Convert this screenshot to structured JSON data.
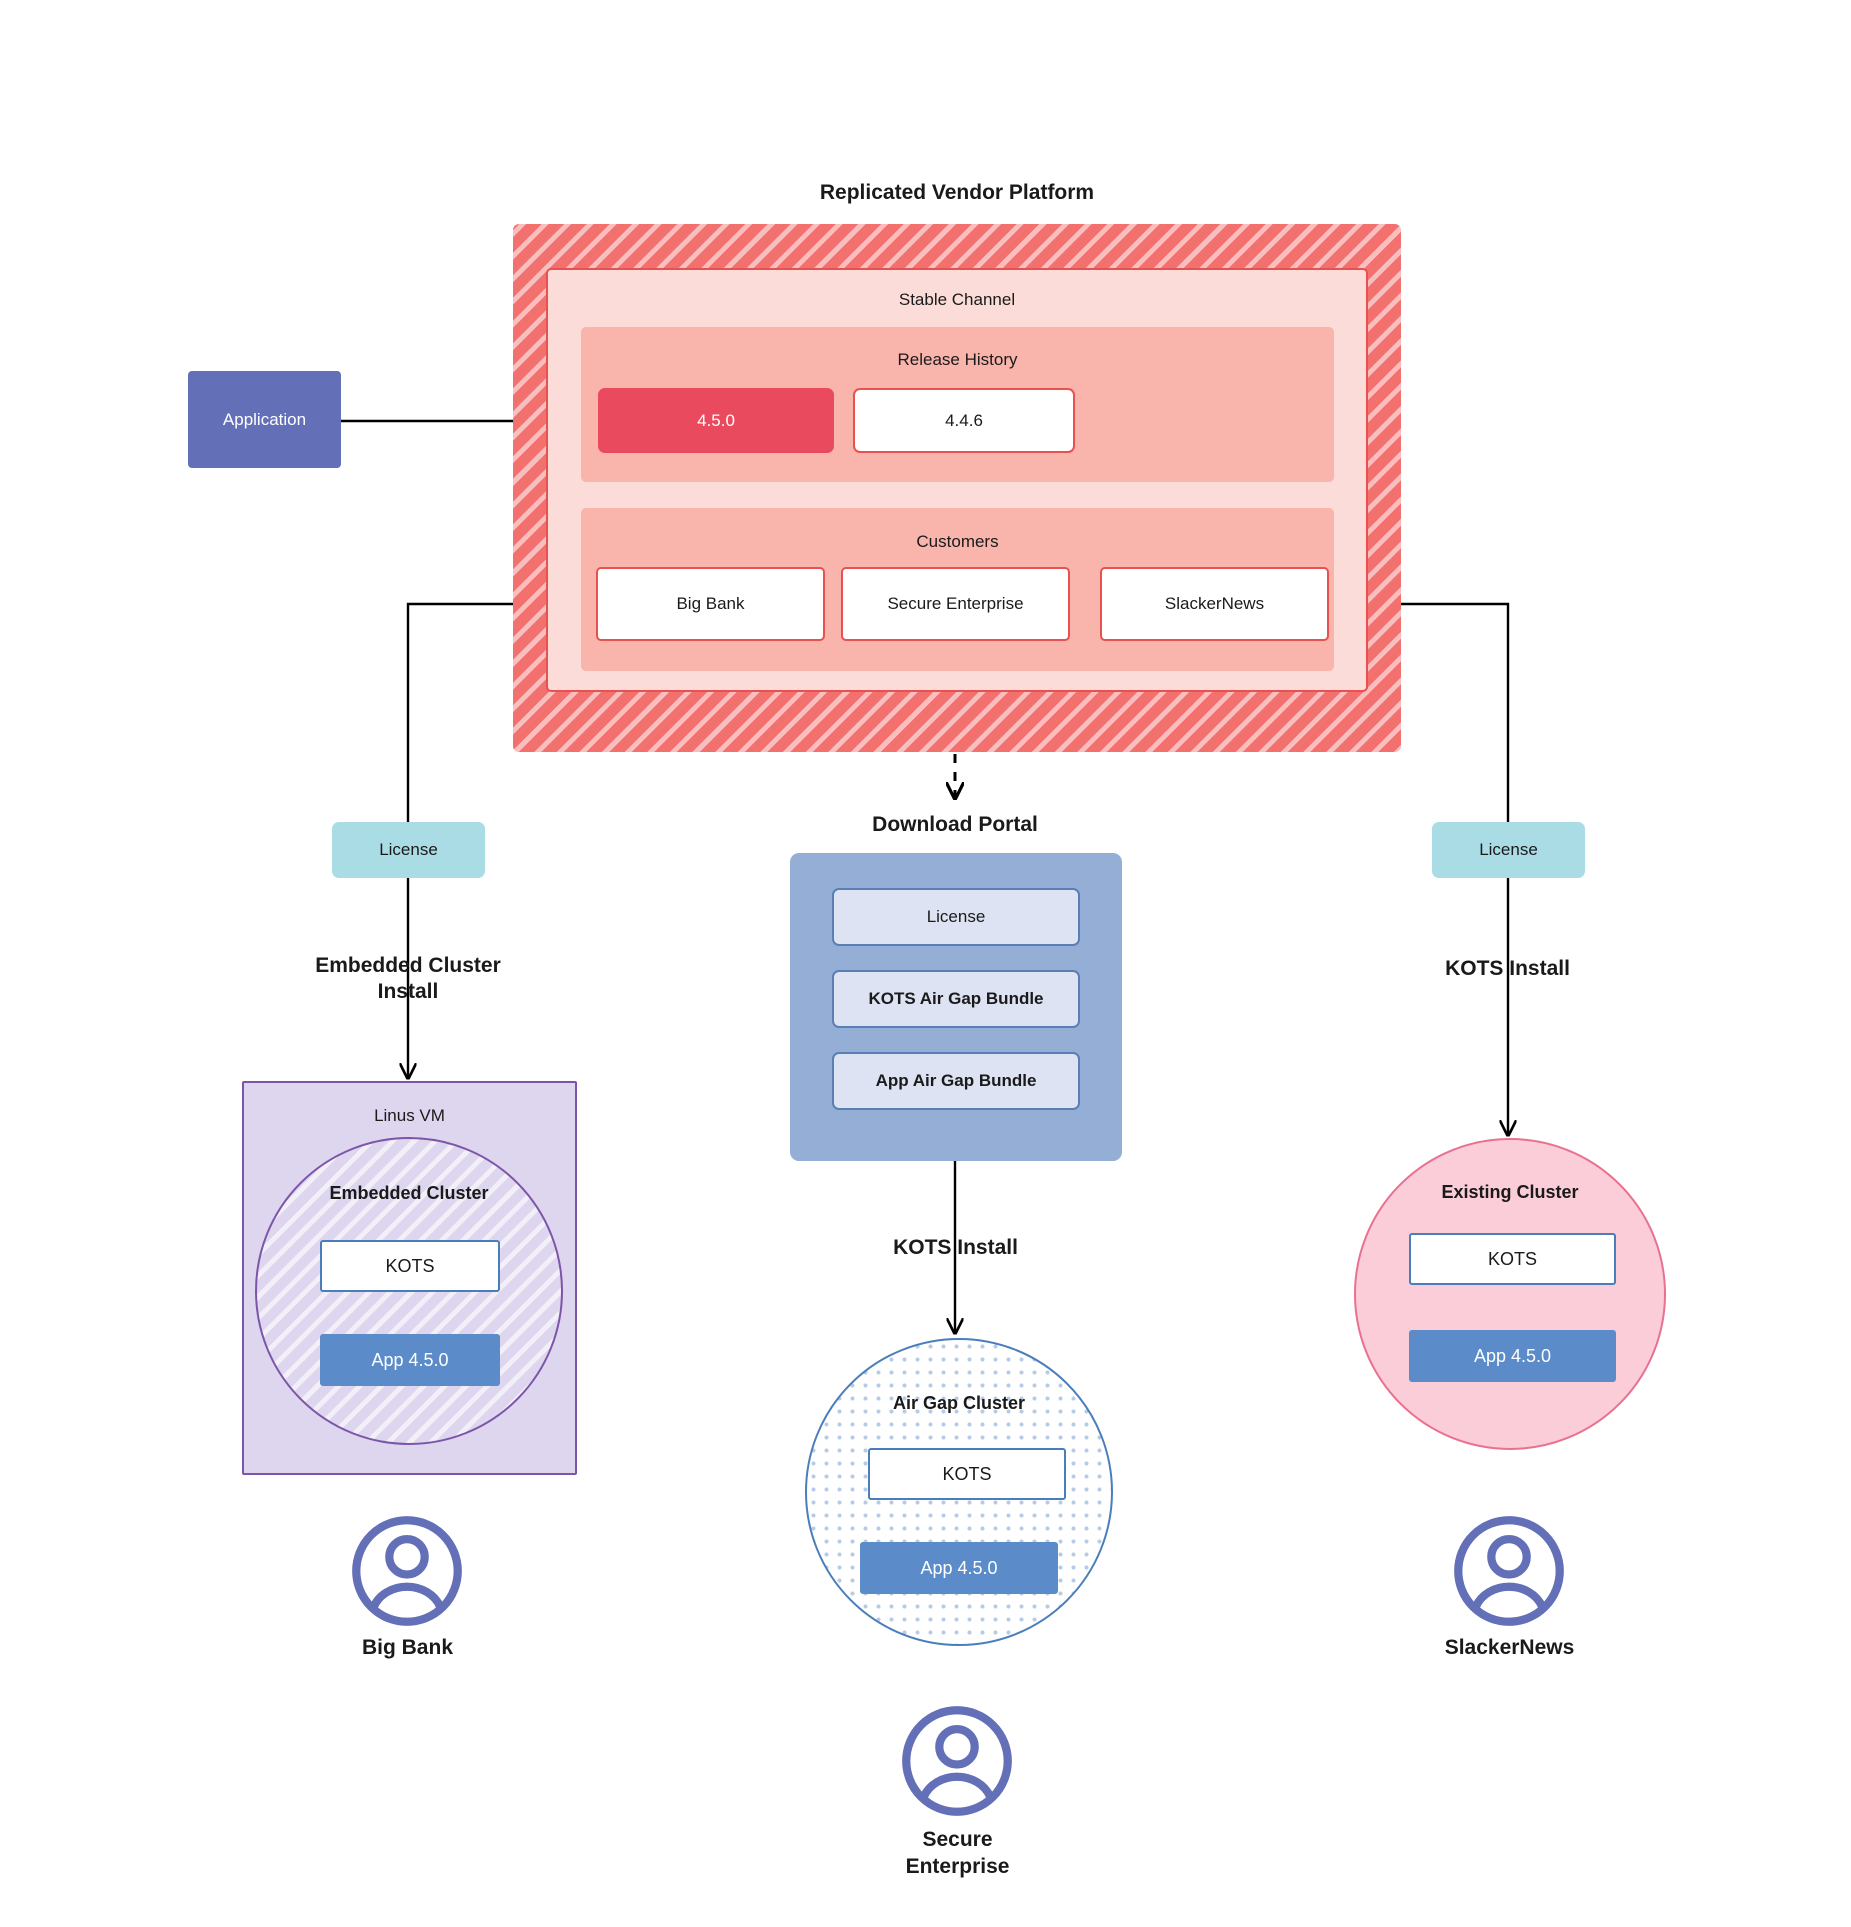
{
  "diagram": {
    "title": "Replicated Vendor Platform",
    "application": {
      "label": "Application"
    },
    "stable_channel": {
      "title": "Stable Channel",
      "release_history": {
        "title": "Release History",
        "releases": [
          {
            "version": "4.5.0",
            "state": "current"
          },
          {
            "version": "4.4.6",
            "state": "previous"
          }
        ]
      },
      "customers": {
        "title": "Customers",
        "items": [
          {
            "name": "Big Bank"
          },
          {
            "name": "Secure\nEnterprise"
          },
          {
            "name": "SlackerNews"
          }
        ]
      }
    },
    "download_portal": {
      "title": "Download  Portal",
      "items": [
        {
          "label": "License"
        },
        {
          "label": "KOTS Air Gap Bundle"
        },
        {
          "label": "App Air Gap Bundle"
        }
      ]
    },
    "licenses": {
      "left": "License",
      "right": "License"
    },
    "flows": {
      "left_install": "Embedded Cluster\nInstall",
      "center_install": "KOTS Install",
      "right_install": "KOTS Install"
    },
    "clusters": {
      "left": {
        "host_title": "Linus VM",
        "cluster_title": "Embedded Cluster",
        "kots": "KOTS",
        "app": "App 4.5.0"
      },
      "center": {
        "cluster_title": "Air Gap Cluster",
        "kots": "KOTS",
        "app": "App 4.5.0"
      },
      "right": {
        "cluster_title": "Existing Cluster",
        "kots": "KOTS",
        "app": "App 4.5.0"
      }
    },
    "personas": [
      {
        "name": "Big Bank",
        "icon": "user-avatar-icon"
      },
      {
        "name": "Secure\nEnterprise",
        "icon": "user-avatar-icon"
      },
      {
        "name": "SlackerNews",
        "icon": "user-avatar-icon"
      }
    ],
    "colors": {
      "platform_fill": "#f2706d",
      "channel_fill": "#fbdcd8",
      "band_fill": "#f9b4ab",
      "release_current": "#ea4a5e",
      "application_fill": "#6370b8",
      "license_fill": "#aadce5",
      "portal_fill": "#95aed6",
      "portal_item_fill": "#dde3f2",
      "vm_fill": "#ded5ee",
      "vm_stroke": "#7b55a8",
      "airgap_stroke": "#4a7ebb",
      "existing_fill": "#fbcdd8",
      "existing_stroke": "#e8718f",
      "app_version_fill": "#5b8bc9",
      "avatar_stroke": "#6370b8"
    }
  }
}
